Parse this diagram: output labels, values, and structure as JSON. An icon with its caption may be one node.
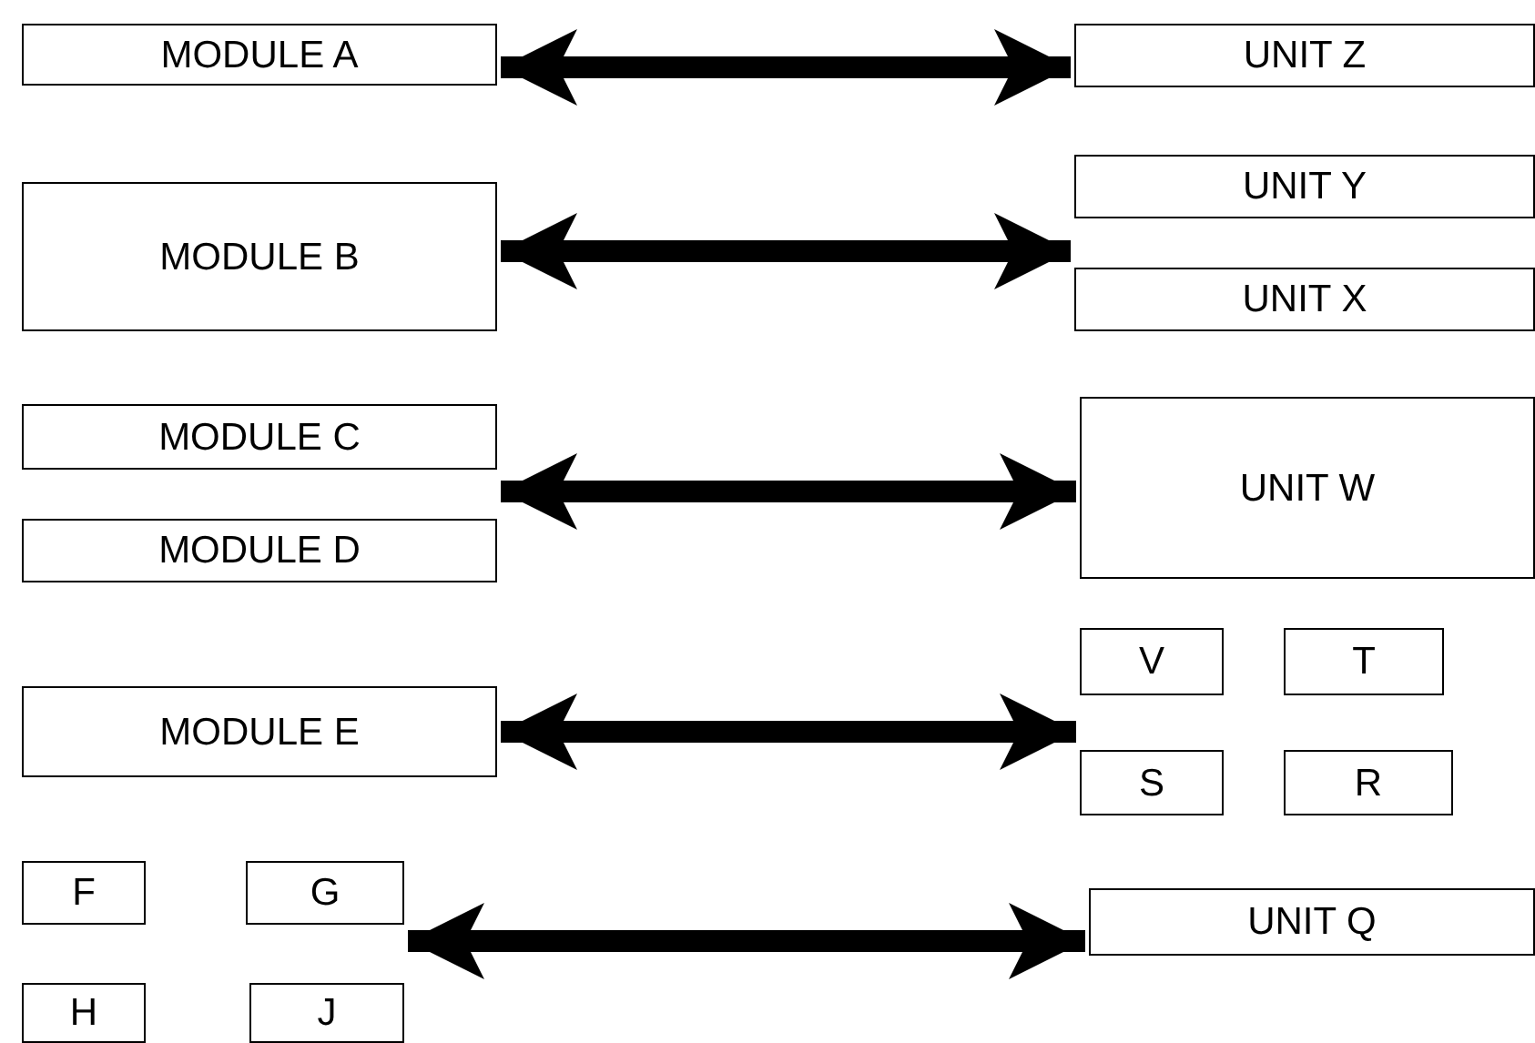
{
  "diagram": {
    "nodes": [
      {
        "text": [
          "MODULE A"
        ]
      },
      {
        "text": [
          "UNIT Z"
        ]
      },
      {
        "text": [
          "MODULE B"
        ]
      },
      {
        "text": [
          "UNIT Y"
        ]
      },
      {
        "text": [
          "UNIT X"
        ]
      },
      {
        "text": [
          "MODULE C"
        ]
      },
      {
        "text": [
          "MODULE D"
        ]
      },
      {
        "text": [
          "UNIT W"
        ]
      },
      {
        "text": [
          "MODULE E"
        ]
      },
      {
        "text": [
          "V"
        ]
      },
      {
        "text": [
          "T"
        ]
      },
      {
        "text": [
          "S"
        ]
      },
      {
        "text": [
          "R"
        ]
      },
      {
        "text": [
          "F"
        ]
      },
      {
        "text": [
          "G"
        ]
      },
      {
        "text": [
          "H"
        ]
      },
      {
        "text": [
          "J"
        ]
      },
      {
        "text": [
          "UNIT Q"
        ]
      }
    ],
    "edges": [
      {
        "from": 0,
        "to": 1,
        "arrow": "both"
      },
      {
        "from": 2,
        "to": 3,
        "arrow": "both"
      },
      {
        "from": 2,
        "to": 4,
        "arrow": "both"
      },
      {
        "from": 5,
        "to": 7,
        "arrow": "both"
      },
      {
        "from": 6,
        "to": 7,
        "arrow": "both"
      },
      {
        "from": 8,
        "to": 9,
        "arrow": "both"
      },
      {
        "from": 8,
        "to": 11,
        "arrow": "both"
      },
      {
        "from": 14,
        "to": 17,
        "arrow": "both"
      },
      {
        "from": 16,
        "to": 17,
        "arrow": "both"
      }
    ]
  }
}
